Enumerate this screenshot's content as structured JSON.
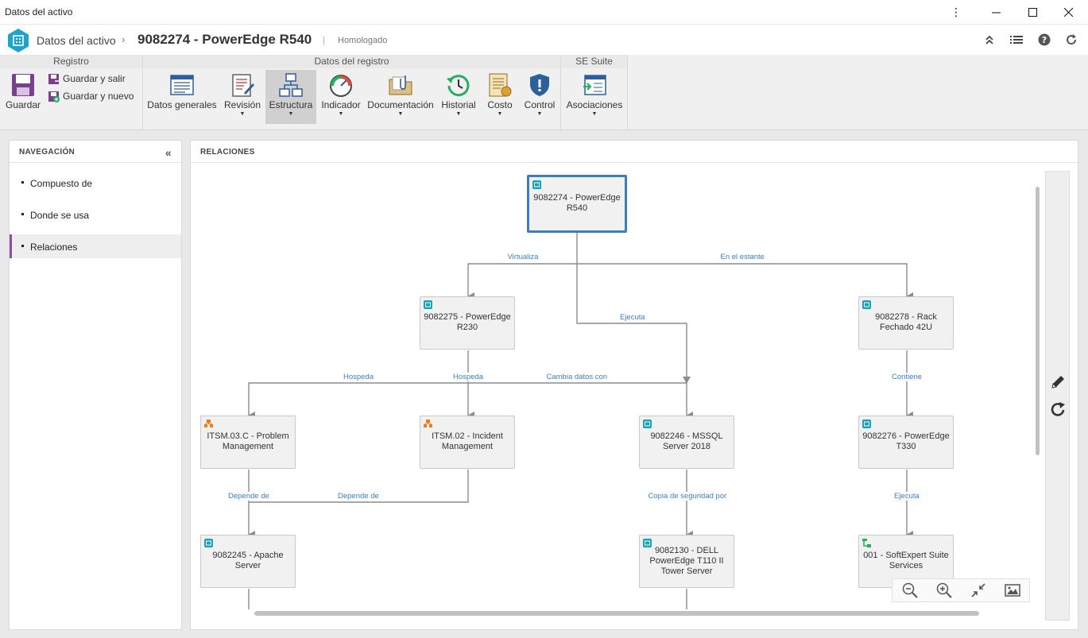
{
  "window": {
    "title": "Datos del activo"
  },
  "header": {
    "breadcrumb": "Datos del activo",
    "record_title": "9082274 - PowerEdge R540",
    "separator": "|",
    "status": "Homologado"
  },
  "ribbon": {
    "groups": {
      "registro": "Registro",
      "datos_registro": "Datos del registro",
      "se_suite": "SE Suite"
    },
    "buttons": {
      "guardar": "Guardar",
      "guardar_salir": "Guardar y salir",
      "guardar_nuevo": "Guardar y nuevo",
      "datos_generales": "Datos generales",
      "revision": "Revisión",
      "estructura": "Estructura",
      "indicador": "Indicador",
      "documentacion": "Documentación",
      "historial": "Historial",
      "costo": "Costo",
      "control": "Control",
      "asociaciones": "Asociaciones"
    }
  },
  "navigation": {
    "title": "NAVEGACIÓN",
    "items": [
      {
        "label": "Compuesto de"
      },
      {
        "label": "Donde se usa"
      },
      {
        "label": "Relaciones"
      }
    ]
  },
  "relations": {
    "title": "RELACIONES",
    "nodes": {
      "root": "9082274 - PowerEdge R540",
      "r230": "9082275 - PowerEdge R230",
      "rack": "9082278 - Rack Fechado 42U",
      "itsm03": "ITSM.03.C - Problem Management",
      "itsm02": "ITSM.02 - Incident Management",
      "mssql": "9082246 - MSSQL Server 2018",
      "t330": "9082276 - PowerEdge T330",
      "apache": "9082245 - Apache Server",
      "dell": "9082130 - DELL PowerEdge T110 II Tower Server",
      "softexpert": "001 - SoftExpert Suite Services"
    },
    "edges": {
      "virtualiza": "Virtualiza",
      "en_el_estante": "En el estante",
      "ejecuta_1": "Ejecuta",
      "hospeda_1": "Hospeda",
      "hospeda_2": "Hospeda",
      "cambia_datos": "Cambia datos con",
      "contiene": "Contiene",
      "depende_1": "Depende de",
      "depende_2": "Depende de",
      "copia_seguridad": "Copia de seguridad por",
      "ejecuta_2": "Ejecuta"
    }
  },
  "colors": {
    "accent": "#3b7fc0",
    "nav_selected": "#8a4f9e",
    "asset_icon": "#17a2b8",
    "process_icon": "#e67e22",
    "service_icon": "#27ae60"
  }
}
